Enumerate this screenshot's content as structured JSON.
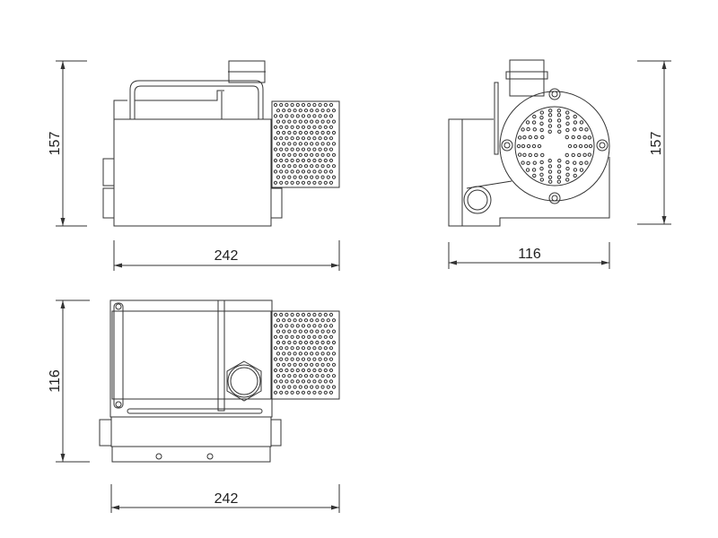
{
  "dimensions": {
    "side_height": "157",
    "side_width": "242",
    "front_width": "116",
    "front_height": "157",
    "top_depth": "116",
    "top_width": "242"
  },
  "colors": {
    "line": "#333333",
    "background": "#ffffff"
  }
}
